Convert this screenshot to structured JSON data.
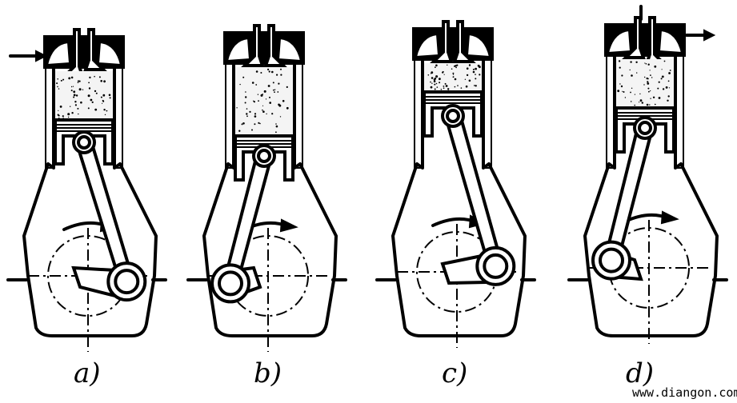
{
  "diagram": {
    "panels": [
      {
        "id": "a",
        "label": "a)"
      },
      {
        "id": "b",
        "label": "b)"
      },
      {
        "id": "c",
        "label": "c)"
      },
      {
        "id": "d",
        "label": "d)"
      }
    ]
  },
  "watermark": {
    "text": "www.diangon.com"
  },
  "colors": {
    "ink": "#000000",
    "paper": "#ffffff"
  }
}
